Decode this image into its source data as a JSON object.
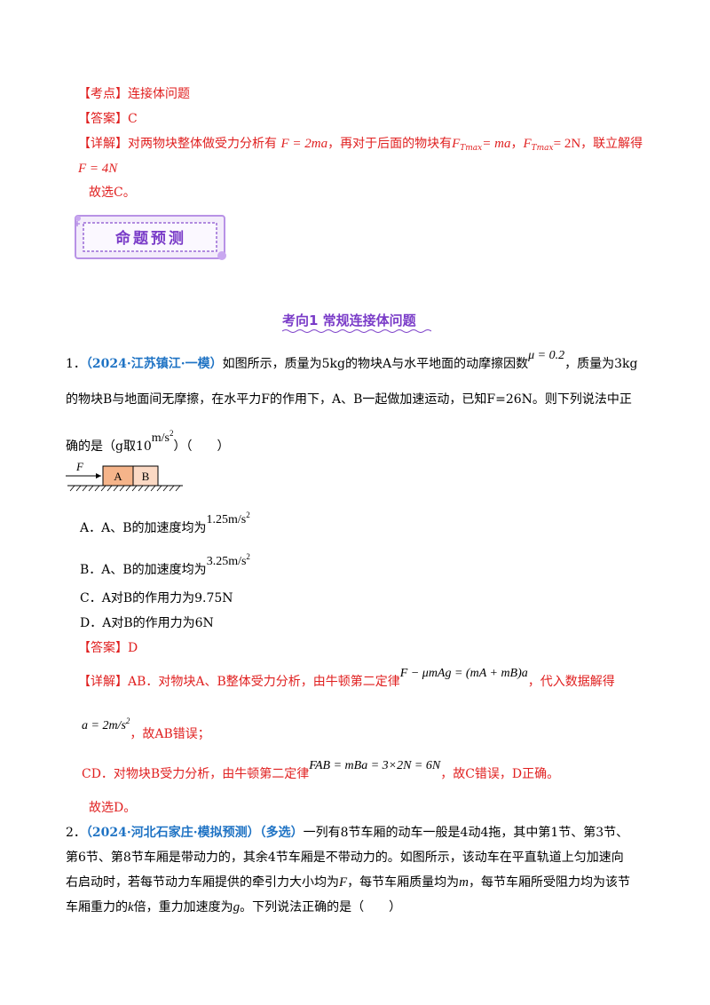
{
  "answer_block_1": {
    "kaodian_tag": "【考点】",
    "kaodian_text": "连接体问题",
    "answer_tag": "【答案】",
    "answer_value": "C",
    "detail_tag": "【详解】",
    "detail_p1": "对两物块整体做受力分析有",
    "eq1": "F = 2ma",
    "detail_p2": "，再对于后面的物块有",
    "eq2_lhs": "F",
    "eq2_sub": "Tmax",
    "eq2_rhs": "= ma",
    "detail_p3": "，",
    "eq3_lhs": "F",
    "eq3_sub": "Tmax",
    "eq3_rhs": "= 2N",
    "detail_p4": "，联立解得",
    "eq4": "F = 4N",
    "conclusion": "故选C。"
  },
  "banner": {
    "label": "命题预测"
  },
  "section": {
    "title": "考向1  常规连接体问题"
  },
  "q1": {
    "number": "1．",
    "source": "（2024·江苏镇江·一模）",
    "text_a": "如图所示，质量为5kg的物块A与水平地面的动摩擦因数",
    "mu": "μ = 0.2",
    "text_b": "，质量为3kg",
    "line2": "的物块B与地面间无摩擦，在水平力F的作用下，A、B一起做加速运动，已知F=26N。则下列说法中正",
    "line3_a": "确的是（g取10",
    "line3_unit": "m/s",
    "line3_b": "）（　　）",
    "diagram": {
      "force_label": "F",
      "block_a": "A",
      "block_b": "B"
    },
    "options": [
      {
        "text": "A．A、B的加速度均为",
        "value": "1.25m/s"
      },
      {
        "text": "B．A、B的加速度均为",
        "value": "3.25m/s"
      },
      {
        "text": "C．A对B的作用力为9.75N",
        "value": ""
      },
      {
        "text": "D．A对B的作用力为6N",
        "value": ""
      }
    ],
    "answer_tag": "【答案】",
    "answer_value": "D",
    "detail_tag": "【详解】",
    "detail_ab": "AB．对物块A、B整体受力分析，由牛顿第二定律",
    "eq_ab": "F − μmAg = (mA + mB)a",
    "detail_ab_end": "，代入数据解得",
    "eq_a": "a = 2m/s",
    "detail_a_end": "，故AB错误；",
    "detail_cd": "CD．对物块B受力分析，由牛顿第二定律",
    "eq_cd": "FAB = mBa = 3×2N = 6N",
    "detail_cd_end": "，故C错误，D正确。",
    "conclusion": "故选D。"
  },
  "q2": {
    "number": "2．",
    "source": "（2024·河北石家庄·模拟预测）（多选）",
    "text_a": "一列有8节车厢的动车一般是4动4拖，其中第1节、第3节、",
    "line2": "第6节、第8节车厢是带动力的，其余4节车厢是不带动力的。如图所示，该动车在平直轨道上匀加速向",
    "line3_a": "右启动时，若每节动力车厢提供的牵引力大小均为",
    "line3_F": "F",
    "line3_b": "，每节车厢质量均为",
    "line3_m": "m",
    "line3_c": "，每节车厢所受阻力均为该节",
    "line4_a": "车厢重力的",
    "line4_k": "k",
    "line4_b": "倍，重力加速度为",
    "line4_g": "g",
    "line4_c": "。下列说法正确的是（　　）"
  },
  "colors": {
    "answer_red": "#e02020",
    "source_blue": "#1f73c4",
    "section_purple": "#7a3cc8"
  }
}
